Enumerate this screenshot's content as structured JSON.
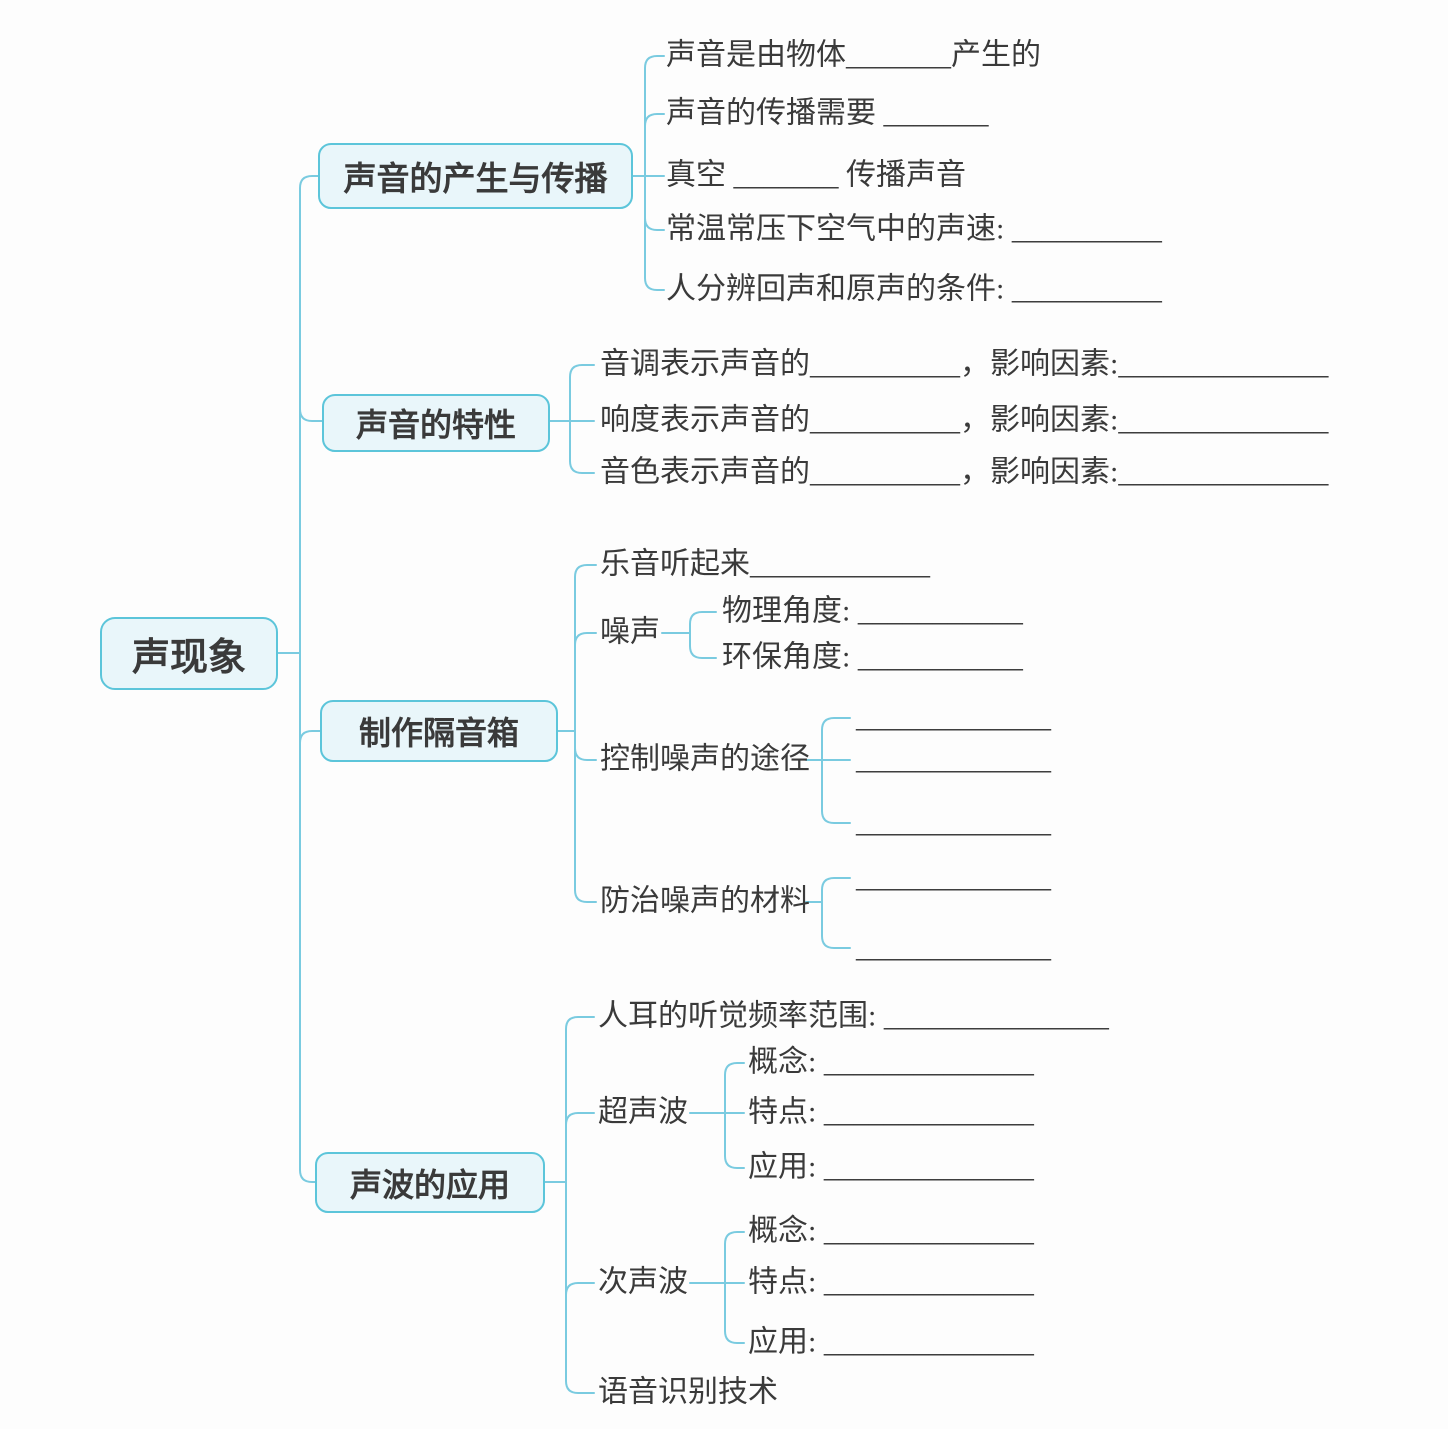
{
  "colors": {
    "connector": "#7acbe0",
    "box_border": "#5cc5da",
    "box_fill": "#e9f6fa",
    "text": "#3a3a3a",
    "background": "#fdfdfd"
  },
  "root": {
    "label": "声现象"
  },
  "branch1": {
    "label": "声音的产生与传播",
    "leaves": [
      "声音是由物体_______产生的",
      "声音的传播需要 _______",
      "真空 _______ 传播声音",
      "常温常压下空气中的声速: __________",
      "人分辨回声和原声的条件: __________"
    ]
  },
  "branch2": {
    "label": "声音的特性",
    "leaves": [
      "音调表示声音的__________，影响因素:______________",
      "响度表示声音的__________，影响因素:______________",
      "音色表示声音的__________，影响因素:______________"
    ]
  },
  "branch3": {
    "label": "制作隔音箱",
    "leaf_music": "乐音听起来____________",
    "noise": {
      "label": "噪声",
      "angles": [
        "物理角度: ___________",
        "环保角度: ___________"
      ]
    },
    "control": {
      "label": "控制噪声的途径",
      "blanks": [
        "_____________",
        "_____________",
        "_____________"
      ]
    },
    "materials": {
      "label": "防治噪声的材料",
      "blanks": [
        "_____________",
        "_____________"
      ]
    }
  },
  "branch4": {
    "label": "声波的应用",
    "leaf_range": "人耳的听觉频率范围: _______________",
    "ultrasound": {
      "label": "超声波",
      "items": [
        "概念: ______________",
        "特点: ______________",
        "应用: ______________"
      ]
    },
    "infrasound": {
      "label": "次声波",
      "items": [
        "概念: ______________",
        "特点: ______________",
        "应用: ______________"
      ]
    },
    "leaf_speech": "语音识别技术"
  }
}
